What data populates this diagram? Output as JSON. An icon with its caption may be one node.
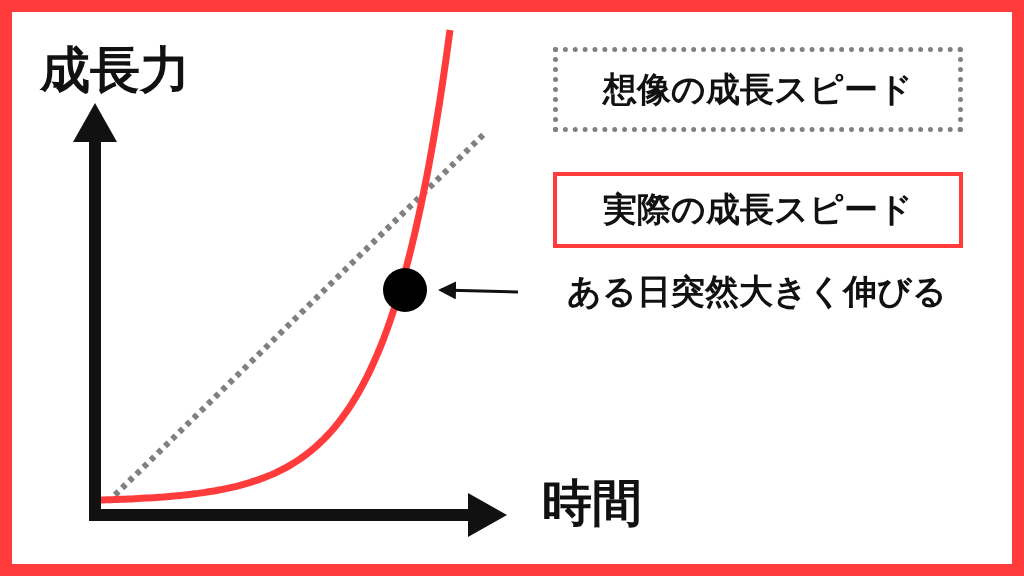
{
  "diagram": {
    "nodes": [
      {
        "text": [
          "想像の成長スピード"
        ]
      },
      {
        "text": [
          "実際の成長スピード"
        ]
      },
      {
        "text": [],
        "shape": "circle"
      },
      {
        "text": [
          "ある日突然大きく伸びる"
        ]
      }
    ],
    "edges": [
      {
        "from": 3,
        "to": 2,
        "arrow": "to"
      }
    ],
    "labels": [
      "成長力",
      "時間"
    ]
  }
}
